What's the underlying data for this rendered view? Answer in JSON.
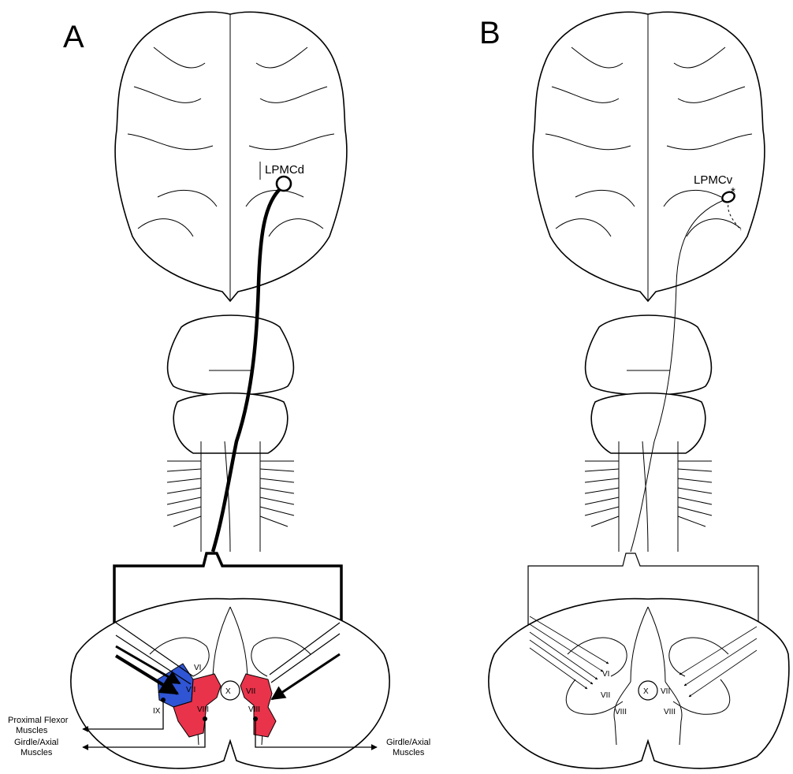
{
  "panels": [
    {
      "letter": "A",
      "cortical_area": "LPMCd",
      "laminae": {
        "vi": "VI",
        "vii_left": "VII",
        "vii_right": "VII",
        "viii_left": "VIII",
        "viii_right": "VIII",
        "ix": "IX",
        "x": "X"
      },
      "muscle_targets": {
        "proximal_flexor": [
          "Proximal Flexor",
          "Muscles"
        ],
        "girdle_axial_left": [
          "Girdle/Axial",
          "Muscles"
        ],
        "girdle_axial_right": [
          "Girdle/Axial",
          "Muscles"
        ]
      },
      "colors": {
        "projection_heavy": "#2f55d4",
        "projection_moderate": "#e8334a"
      }
    },
    {
      "letter": "B",
      "cortical_area": "LPMCv",
      "injection_marker": "*",
      "laminae": {
        "vi": "VI",
        "vii_left": "VII",
        "vii_right": "VII",
        "viii_left": "VIII",
        "viii_right": "VIII",
        "x": "X"
      }
    }
  ]
}
